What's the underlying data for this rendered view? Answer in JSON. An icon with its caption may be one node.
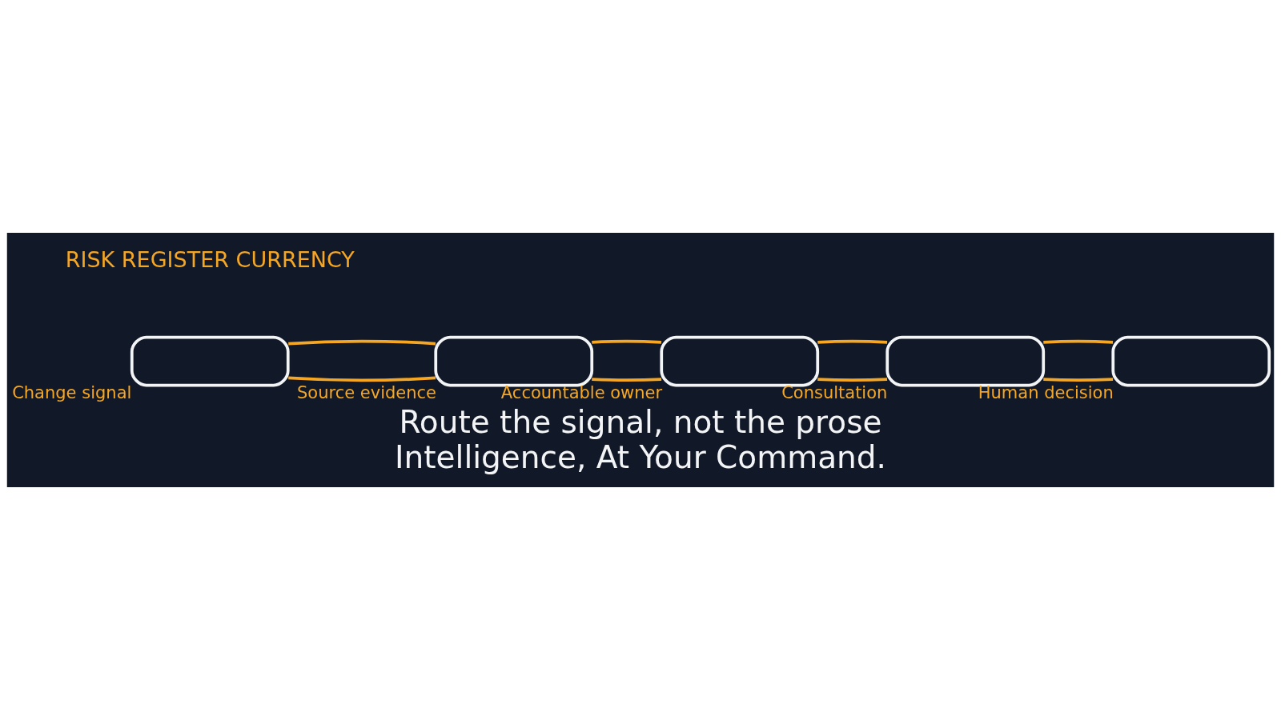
{
  "diagram": {
    "title": "Route the signal, not the prose",
    "caption": "Intelligence, At Your Command.",
    "nodes": [
      {
        "text": [],
        "shape": "box",
        "beside": [
          "Change signal"
        ]
      },
      {
        "text": [],
        "shape": "box",
        "beside": [
          "Source evidence"
        ]
      },
      {
        "text": [],
        "shape": "box",
        "beside": [
          "Accountable owner"
        ]
      },
      {
        "text": [],
        "shape": "box",
        "beside": [
          "Consultation"
        ]
      },
      {
        "text": [],
        "shape": "box",
        "beside": [
          "Human decision"
        ]
      }
    ],
    "edges": [
      {
        "from": 0,
        "to": 1,
        "arrow": "none"
      },
      {
        "from": 0,
        "to": 1,
        "arrow": "none"
      },
      {
        "from": 1,
        "to": 2,
        "arrow": "none"
      },
      {
        "from": 1,
        "to": 2,
        "arrow": "none"
      },
      {
        "from": 2,
        "to": 3,
        "arrow": "none"
      },
      {
        "from": 2,
        "to": 3,
        "arrow": "none"
      },
      {
        "from": 3,
        "to": 4,
        "arrow": "none"
      },
      {
        "from": 3,
        "to": 4,
        "arrow": "none"
      }
    ],
    "labels": [
      "RISK REGISTER CURRENCY"
    ]
  }
}
